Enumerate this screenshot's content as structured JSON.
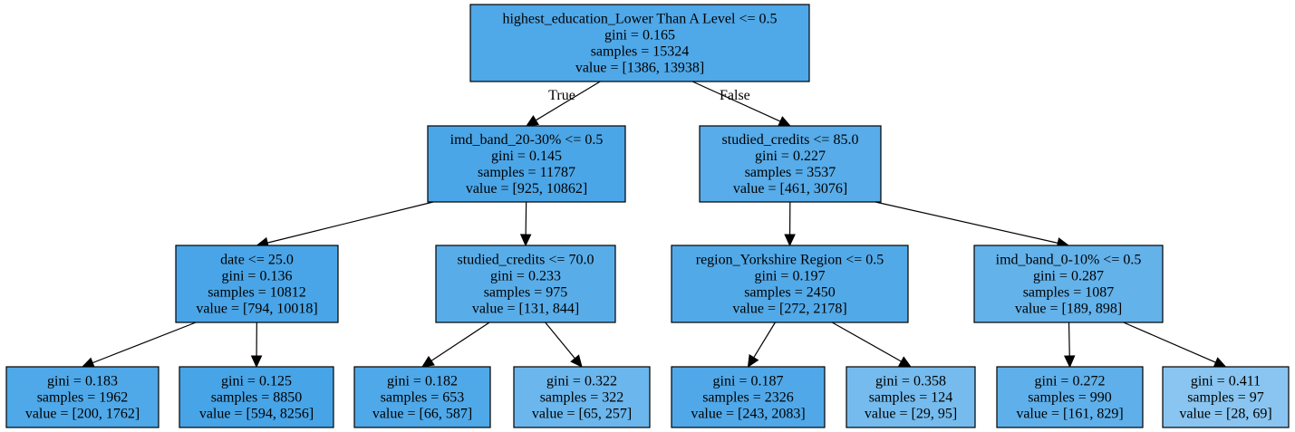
{
  "nodes": [
    {
      "id": "root",
      "lines": [
        "highest_education_Lower Than A Level <= 0.5",
        "gini = 0.165",
        "samples = 15324",
        "value = [1386, 13938]"
      ],
      "fill": "#4fa8e8"
    },
    {
      "id": "n1",
      "lines": [
        "imd_band_20-30% <= 0.5",
        "gini = 0.145",
        "samples = 11787",
        "value = [925, 10862]"
      ],
      "fill": "#4ba6e7"
    },
    {
      "id": "n2",
      "lines": [
        "studied_credits <= 85.0",
        "gini = 0.227",
        "samples = 3537",
        "value = [461, 3076]"
      ],
      "fill": "#57ace9"
    },
    {
      "id": "n3",
      "lines": [
        "date <= 25.0",
        "gini = 0.136",
        "samples = 10812",
        "value = [794, 10018]"
      ],
      "fill": "#49a5e7"
    },
    {
      "id": "n4",
      "lines": [
        "studied_credits <= 70.0",
        "gini = 0.233",
        "samples = 975",
        "value = [131, 844]"
      ],
      "fill": "#58ade9"
    },
    {
      "id": "n5",
      "lines": [
        "region_Yorkshire Region <= 0.5",
        "gini = 0.197",
        "samples = 2450",
        "value = [272, 2178]"
      ],
      "fill": "#52a9e8"
    },
    {
      "id": "n6",
      "lines": [
        "imd_band_0-10% <= 0.5",
        "gini = 0.287",
        "samples = 1087",
        "value = [189, 898]"
      ],
      "fill": "#63b2ea"
    },
    {
      "id": "n7",
      "lines": [
        "gini = 0.183",
        "samples = 1962",
        "value = [200, 1762]"
      ],
      "fill": "#4fa8e8"
    },
    {
      "id": "n8",
      "lines": [
        "gini = 0.125",
        "samples = 8850",
        "value = [594, 8256]"
      ],
      "fill": "#47a4e7"
    },
    {
      "id": "n9",
      "lines": [
        "gini = 0.182",
        "samples = 653",
        "value = [66, 587]"
      ],
      "fill": "#4fa8e8"
    },
    {
      "id": "n10",
      "lines": [
        "gini = 0.322",
        "samples = 322",
        "value = [65, 257]"
      ],
      "fill": "#6bb6ec"
    },
    {
      "id": "n11",
      "lines": [
        "gini = 0.187",
        "samples = 2326",
        "value = [243, 2083]"
      ],
      "fill": "#50a8e8"
    },
    {
      "id": "n12",
      "lines": [
        "gini = 0.358",
        "samples = 124",
        "value = [29, 95]"
      ],
      "fill": "#75bbed"
    },
    {
      "id": "n13",
      "lines": [
        "gini = 0.272",
        "samples = 990",
        "value = [161, 829]"
      ],
      "fill": "#5fb0ea"
    },
    {
      "id": "n14",
      "lines": [
        "gini = 0.411",
        "samples = 97",
        "value = [28, 69]"
      ],
      "fill": "#89c5f0"
    }
  ],
  "edges": [
    {
      "from": "root",
      "to": "n1",
      "label": "True"
    },
    {
      "from": "root",
      "to": "n2",
      "label": "False"
    },
    {
      "from": "n1",
      "to": "n3",
      "label": ""
    },
    {
      "from": "n1",
      "to": "n4",
      "label": ""
    },
    {
      "from": "n2",
      "to": "n5",
      "label": ""
    },
    {
      "from": "n2",
      "to": "n6",
      "label": ""
    },
    {
      "from": "n3",
      "to": "n7",
      "label": ""
    },
    {
      "from": "n3",
      "to": "n8",
      "label": ""
    },
    {
      "from": "n4",
      "to": "n9",
      "label": ""
    },
    {
      "from": "n4",
      "to": "n10",
      "label": ""
    },
    {
      "from": "n5",
      "to": "n11",
      "label": ""
    },
    {
      "from": "n5",
      "to": "n12",
      "label": ""
    },
    {
      "from": "n6",
      "to": "n13",
      "label": ""
    },
    {
      "from": "n6",
      "to": "n14",
      "label": ""
    }
  ]
}
